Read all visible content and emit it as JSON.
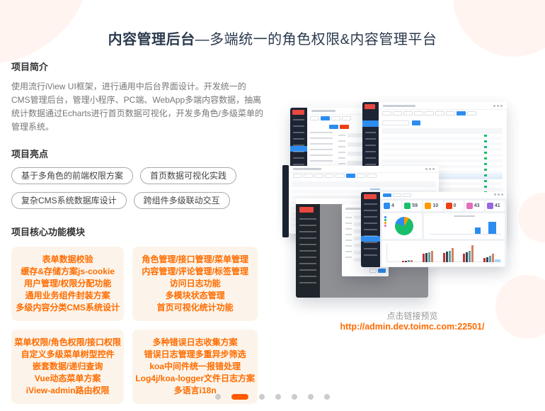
{
  "page": {
    "title_bold": "内容管理后台",
    "title_rest": "—多端统一的角色权限&内容管理平台"
  },
  "intro": {
    "heading": "项目简介",
    "text": "使用流行iView UI框架，进行通用中后台界面设计。开发统一的CMS管理后台，管理小程序、PC端、WebApp多端内容数据，抽离统计数据通过Echarts进行首页数据可视化，开发多角色/多级菜单的管理系统。"
  },
  "highlights": {
    "heading": "项目亮点",
    "pills": [
      "基于多角色的前端权限方案",
      "首页数据可视化实践",
      "复杂CMS系统数据库设计",
      "跨组件多级联动交互"
    ]
  },
  "modules": {
    "heading": "项目核心功能模块",
    "boxes": [
      {
        "lines": [
          "表单数据校验",
          "缓存&存储方案js-cookie",
          "用户管理/权限分配功能",
          "通用业务组件封装方案",
          "多级内容分类CMS系统设计"
        ]
      },
      {
        "lines": [
          "角色管理/接口管理/菜单管理",
          "内容管理/评论管理/标签管理",
          "访问日志功能",
          "多模块状态管理",
          "首页可视化统计功能"
        ]
      },
      {
        "lines": [
          "菜单权限/角色权限/接口权限",
          "自定义多级菜单树型控件",
          "嵌套数据/递归查询",
          "Vue动态菜单方案",
          "iView-admin路由权限"
        ]
      },
      {
        "lines": [
          "多种错误日志收集方案",
          "错误日志管理多重异步筛选",
          "koa中间件统一报错处理",
          "Log4j/koa-logger文件日志方案",
          "多语言i18n"
        ]
      }
    ]
  },
  "preview": {
    "caption": "点击链接预览",
    "link": "http://admin.dev.toimc.com:22501/"
  },
  "collage": {
    "stats": [
      {
        "value": "4",
        "color": "#2d8cf0"
      },
      {
        "value": "59",
        "color": "#19be6b"
      },
      {
        "value": "10",
        "color": "#ff9900"
      },
      {
        "value": "0",
        "color": "#ed3f14"
      },
      {
        "value": "43",
        "color": "#e46cbb"
      },
      {
        "value": "41",
        "color": "#9a66e4"
      }
    ]
  },
  "carousel": {
    "dots_total": 7,
    "active_dot": 2
  },
  "colors": {
    "accent_orange": "#ff6a00",
    "module_text": "#ff6c00",
    "module_bg": "#fcf4ea",
    "title_color": "#2b3a4d",
    "sidebar_dark": "#1d2433",
    "logo_red": "#e8483f",
    "primary_blue": "#2d8cf0",
    "success_green": "#19be6b",
    "dot_active": "#ff5a00",
    "dot_inactive": "#cccccc"
  }
}
